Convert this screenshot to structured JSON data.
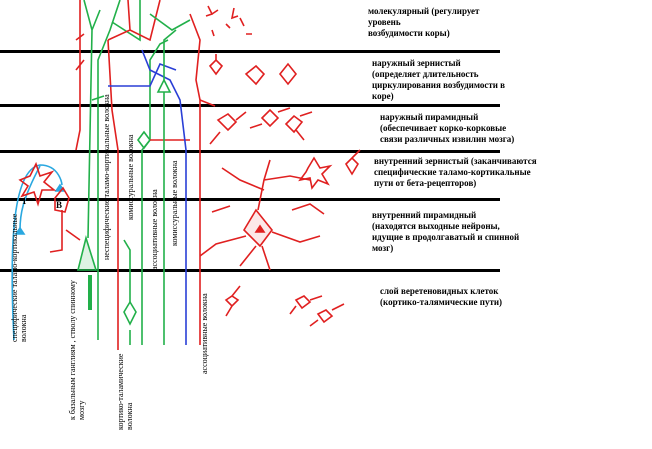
{
  "layers": [
    {
      "title": "молекулярный (регулирует уровень",
      "desc": "возбудимости коры)"
    },
    {
      "title": "наружный зернистый",
      "desc": "(определяет длительность циркулирования возбудимости в коре)"
    },
    {
      "title": "наружный пирамидный",
      "desc": "(обеспечивает корко-корковые связи различных извилин мозга)"
    },
    {
      "title": "внутренний зернистый (заканчиваются",
      "desc": "специфические таламо-кортикальные пути от бета-рецепторов)"
    },
    {
      "title": "внутренний пирамидный",
      "desc": "(находятся выходные нейроны, идущие в продолгаватый и спинной мозг)"
    },
    {
      "title": "слой веретеновидных клеток",
      "desc": "(кортико-талямические пути)"
    }
  ],
  "fibers": {
    "specific": "специфические таламо-кортикальные волокна",
    "basal": "к базальным ганглиям , стволу спинному мозгу",
    "nonspecific": "неспецифические таламо-кортикальные волокна",
    "cortico_thalamic": "кортико-таламические волокна",
    "commissural_1": "комиссуральные волокна",
    "associative_1": "ассоциативные волокна",
    "commissural_2": "комиссуральные волокна",
    "associative_2": "ассоциативные волокна"
  },
  "markers": {
    "a": "1",
    "b": "B"
  },
  "colors": {
    "red": "#e02020",
    "green": "#22b04a",
    "blue": "#2a3fd6",
    "cyan": "#2aa8e0"
  }
}
